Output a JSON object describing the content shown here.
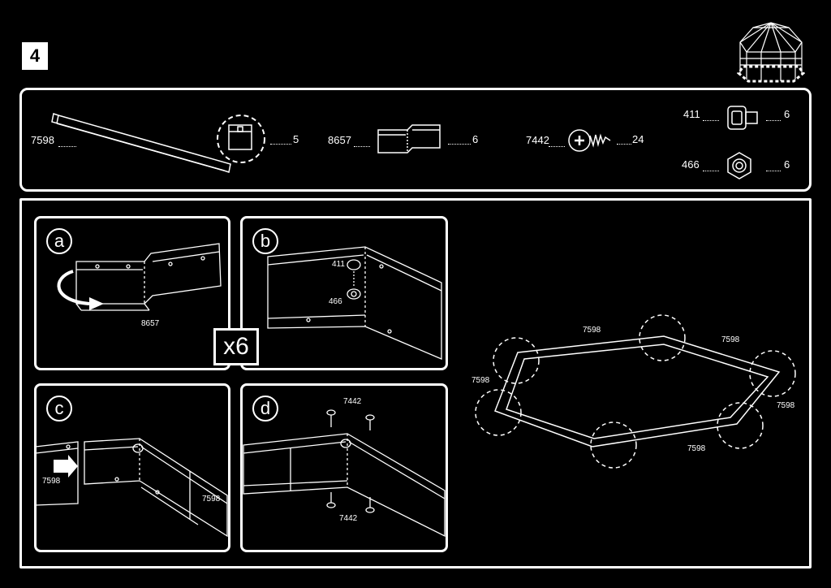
{
  "step": {
    "number": "4"
  },
  "parts": [
    {
      "code": "7598",
      "qty": "5",
      "icon": "long-rail-icon"
    },
    {
      "code": "8657",
      "qty": "6",
      "icon": "corner-bracket-icon"
    },
    {
      "code": "7442",
      "qty": "24",
      "icon": "screw-icon"
    },
    {
      "code": "411",
      "qty": "6",
      "icon": "bolt-icon"
    },
    {
      "code": "466",
      "qty": "6",
      "icon": "nut-icon"
    }
  ],
  "panels": {
    "a": {
      "letter": "a",
      "part_label": "8657"
    },
    "b": {
      "letter": "b",
      "bolt_label": "411",
      "nut_label": "466"
    },
    "c": {
      "letter": "c",
      "rail_left": "7598",
      "rail_right": "7598"
    },
    "d": {
      "letter": "d",
      "screw_top": "7442",
      "screw_bottom": "7442"
    }
  },
  "multiplier": "x6",
  "frame_labels": [
    "7598",
    "7598",
    "7598",
    "7598",
    "7598"
  ],
  "colors": {
    "background": "#000000",
    "foreground": "#ffffff"
  }
}
